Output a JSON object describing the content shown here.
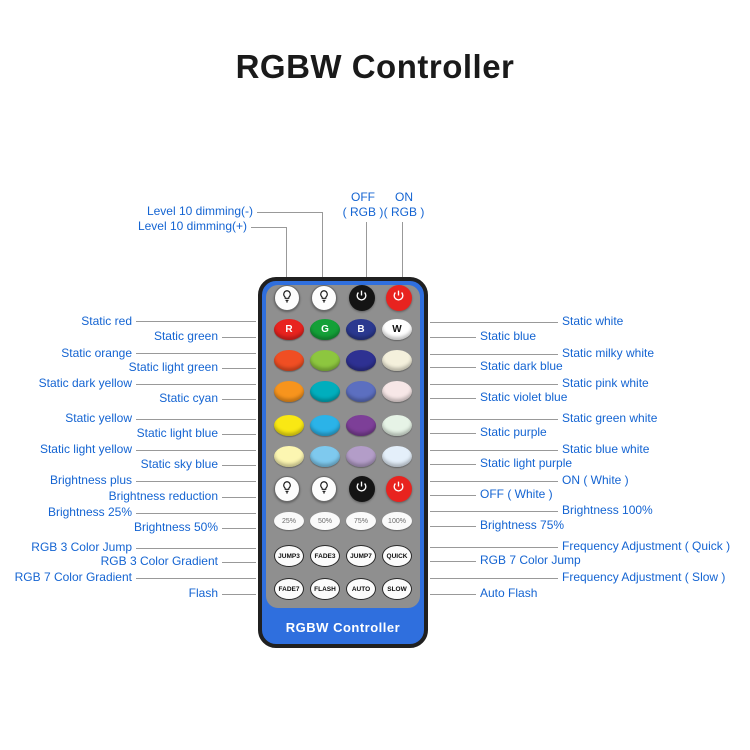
{
  "title": "RGBW Controller",
  "colors": {
    "label_blue": "#1464d2",
    "remote_blue": "#2f6fde",
    "panel_gray": "#8f8f8f",
    "line_gray": "#999999"
  },
  "remote": {
    "bottom_label": "RGBW  Controller",
    "top_buttons": [
      {
        "icon": "bulb",
        "meaning": "Level 10 dimming(+)"
      },
      {
        "icon": "bulb",
        "meaning": "Level 10 dimming(-)"
      },
      {
        "icon": "power",
        "meaning": "OFF ( RGB )",
        "bg": "#141414"
      },
      {
        "icon": "power",
        "meaning": "ON ( RGB )",
        "bg": "#e8231f"
      }
    ],
    "color_grid": [
      [
        {
          "color": "#e8231f",
          "letter": "R"
        },
        {
          "color": "#14a038",
          "letter": "G"
        },
        {
          "color": "#2b3990",
          "letter": "B"
        },
        {
          "color": "#ffffff",
          "letter": "W"
        }
      ],
      [
        {
          "color": "#f04e23",
          "letter": ""
        },
        {
          "color": "#8dc63f",
          "letter": ""
        },
        {
          "color": "#2e3192",
          "letter": ""
        },
        {
          "color": "#f4f0dc",
          "letter": ""
        }
      ],
      [
        {
          "color": "#f7941d",
          "letter": ""
        },
        {
          "color": "#00aebd",
          "letter": ""
        },
        {
          "color": "#5c6fc0",
          "letter": ""
        },
        {
          "color": "#f7e7e7",
          "letter": ""
        }
      ],
      [
        {
          "color": "#f9e814",
          "letter": ""
        },
        {
          "color": "#2bb3e8",
          "letter": ""
        },
        {
          "color": "#7d3f98",
          "letter": ""
        },
        {
          "color": "#e6f3e6",
          "letter": ""
        }
      ],
      [
        {
          "color": "#fcf6b1",
          "letter": ""
        },
        {
          "color": "#7ec9ee",
          "letter": ""
        },
        {
          "color": "#b39dc8",
          "letter": ""
        },
        {
          "color": "#e4effa",
          "letter": ""
        }
      ]
    ],
    "function_buttons": [
      {
        "icon": "bulb",
        "meaning": "Brightness plus"
      },
      {
        "icon": "bulb",
        "meaning": "Brightness reduction"
      },
      {
        "icon": "power",
        "meaning": "OFF ( White )",
        "bg": "#141414"
      },
      {
        "icon": "power",
        "meaning": "ON ( White )",
        "bg": "#e8231f"
      }
    ],
    "percent_buttons": [
      "25%",
      "50%",
      "75%",
      "100%"
    ],
    "mode_row1": [
      "JUMP3",
      "FADE3",
      "JUMP7",
      "QUICK"
    ],
    "mode_row2": [
      "FADE7",
      "FLASH",
      "AUTO",
      "SLOW"
    ]
  },
  "callouts": {
    "top": [
      {
        "text": "Level 10 dimming(-)"
      },
      {
        "text": "Level 10 dimming(+)"
      },
      {
        "line1": "OFF",
        "line2": "( RGB )"
      },
      {
        "line1": "ON",
        "line2": "( RGB )"
      }
    ],
    "left": [
      {
        "text": "Static red"
      },
      {
        "text": "Static green"
      },
      {
        "text": "Static orange"
      },
      {
        "text": "Static light green"
      },
      {
        "text": "Static dark yellow"
      },
      {
        "text": "Static cyan"
      },
      {
        "text": "Static yellow"
      },
      {
        "text": "Static light blue"
      },
      {
        "text": "Static light yellow"
      },
      {
        "text": "Static sky blue"
      },
      {
        "text": "Brightness plus"
      },
      {
        "text": "Brightness reduction"
      },
      {
        "text": "Brightness 25%"
      },
      {
        "text": "Brightness 50%"
      },
      {
        "text": "RGB 3 Color Jump"
      },
      {
        "text": "RGB 3 Color Gradient"
      },
      {
        "text": "RGB 7 Color Gradient"
      },
      {
        "text": "Flash"
      }
    ],
    "right": [
      {
        "text": "Static white"
      },
      {
        "text": "Static blue"
      },
      {
        "text": "Static milky white"
      },
      {
        "text": "Static dark blue"
      },
      {
        "text": "Static pink white"
      },
      {
        "text": "Static violet blue"
      },
      {
        "text": "Static green white"
      },
      {
        "text": "Static purple"
      },
      {
        "text": "Static blue white"
      },
      {
        "text": "Static light purple"
      },
      {
        "text": "ON ( White )"
      },
      {
        "text": "OFF ( White )"
      },
      {
        "text": "Brightness 100%"
      },
      {
        "text": "Brightness 75%"
      },
      {
        "text": "Frequency Adjustment ( Quick )"
      },
      {
        "text": "RGB 7 Color Jump"
      },
      {
        "text": "Frequency Adjustment ( Slow )"
      },
      {
        "text": "Auto Flash"
      }
    ]
  }
}
